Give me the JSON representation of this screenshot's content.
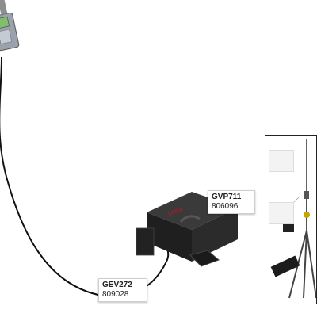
{
  "labels": {
    "bag": {
      "name": "GVP711",
      "number": "806096"
    },
    "cable": {
      "name": "GEV272",
      "number": "809028"
    }
  },
  "colors": {
    "bag": "#1f1f1f",
    "cable": "#111111",
    "logo": "#c8102e",
    "device_screen": "#7fbf6a",
    "inset_border": "#222222"
  },
  "icons": {
    "controller": "handheld-controller-icon",
    "bag": "carry-bag-icon",
    "tripod": "tripod-icon",
    "antenna": "antenna-icon"
  }
}
